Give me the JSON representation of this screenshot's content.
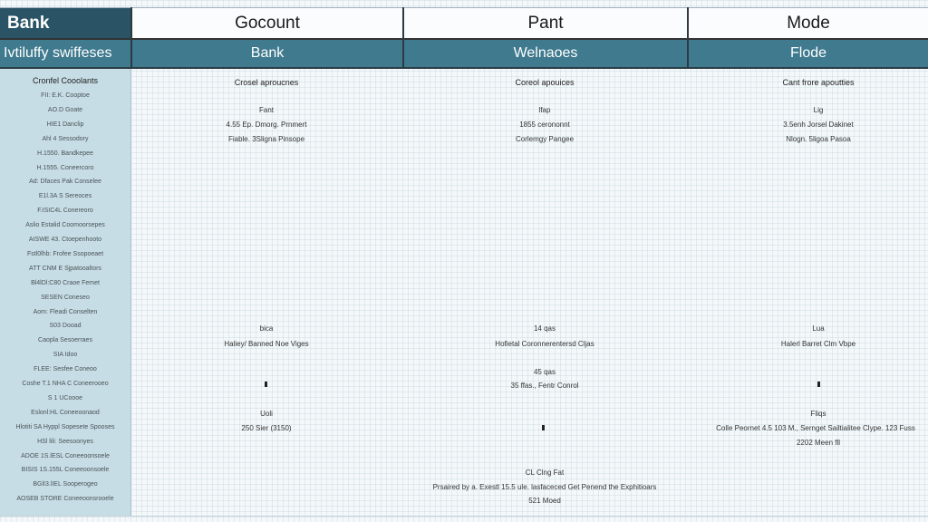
{
  "header": {
    "cols": [
      "Bank",
      "Gocount",
      "Pant",
      "Mode"
    ],
    "sub": [
      "Ivtiluffy swiffeses",
      "Bank",
      "Welnaoes",
      "Flode"
    ]
  },
  "sidebar": {
    "title": "Cronfel Cooolants",
    "items": [
      "FII: E.K. Cooptoe",
      "AO.D Goate",
      "HIE1 Danclip",
      "Ahl 4 Sessodory",
      "H.1550. Bandkepee",
      "H.1555. Coneercoro",
      "Ad: Dfaces Pak Conselee",
      "E1l.3A S Sereoces",
      "F.ISIC4L Conereoro",
      "Aslio Estalid Coomoorsepes",
      "AISWE 43. Ctoepenhooto",
      "Fstl0lhb: Frofee Ssopoeaet",
      "ATT CNM E Sjpatooaltors",
      "Bl4lDl:C80 Craoe Femet",
      "SESEN Coneseo",
      "Aom: Fleadi Conselten",
      "S03 Dooad",
      "Caopla Sesoerraes",
      "SIA Idoo",
      "FLEE: Sesfee Coneoo",
      "Coshe T.1 NHA C Coneerooeo",
      "S 1 UCoooe",
      "Eslonl:HL Coneeoonaod",
      "Hlotiti SA Hyppl Sopesete Spooses",
      "HSl lili: Seesoonyes",
      "ADOE 1S.lESL Coneeoonsoele",
      "BISIS 1S.155L Coneeoonsoele",
      "BGlI3.lIEL Sooperogeo",
      "AOSEB STORE Coneeoonsrooele"
    ]
  },
  "columns": {
    "c1": {
      "heading": "Crosel aproucnes",
      "l1": "Fant",
      "l2": "4.55 Ep. Dmorg. Prnmert",
      "l3": "Fiable. 3Sligna Pinsope",
      "l4": "bica",
      "l5": "Haliey/ Banned Noe Viges",
      "l6": "Uoli",
      "l7": "250 Sier (3150)"
    },
    "c2": {
      "heading": "Coreol apouices",
      "l1": "lfap",
      "l2": "1855 cerononnt",
      "l3": "Corlemgy Pangee",
      "l4": "14 qas",
      "l5": "Hofietal Coronnerentersd Cljas",
      "l6": "45 qas",
      "l7": "35 ffas., Fentr Conrol",
      "l8": "CL Clng Fat",
      "l9": "Prsaired by a. Exestl 15.5 ule. lasfaceced Get Penend the Exphitioars",
      "l10": "521 Moed"
    },
    "c3": {
      "heading": "Cant frore apoutties",
      "l1": "Lig",
      "l2": "3.5enh Jorsel Dakinet",
      "l3": "Nlogn. 5ligoa Pasoa",
      "l4": "Lua",
      "l5": "Halerl Barret Clm Vbpe",
      "l6": "Fliqs",
      "l7": "Colle Peornet 4.5 103 M., Sernget Sailtialitee Clype. 123 Fuss",
      "l8": "2202 Meen fll"
    }
  }
}
